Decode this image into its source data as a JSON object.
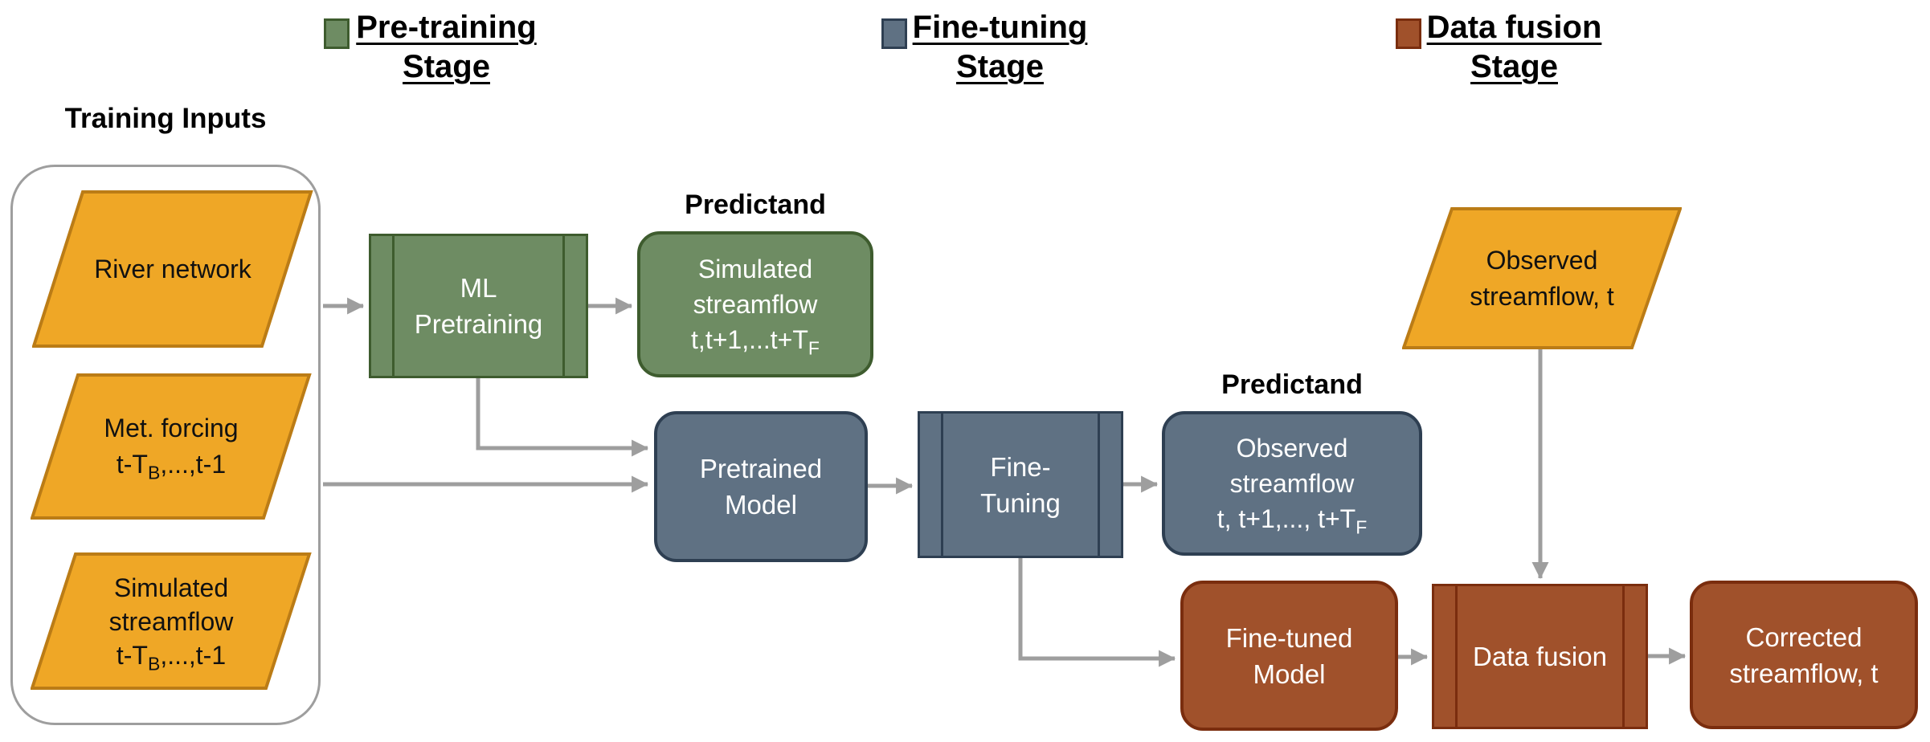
{
  "colors": {
    "input_fill": "#EFA726",
    "input_border": "#BB7C16",
    "pretraining_fill": "#6E8C63",
    "pretraining_border": "#3E5C2E",
    "finetuning_fill": "#5F7183",
    "finetuning_border": "#2E3F52",
    "datafusion_fill": "#A0512B",
    "datafusion_border": "#7A2D0E",
    "arrow": "#9E9E9E",
    "container_border": "#9E9E9E",
    "box_text": "#FFFFFF",
    "label_text": "#000000"
  },
  "legend": {
    "pretraining": {
      "line1": "Pre-training",
      "line2": "Stage"
    },
    "finetuning": {
      "line1": "Fine-tuning",
      "line2": "Stage"
    },
    "datafusion": {
      "line1": "Data fusion",
      "line2": "Stage"
    }
  },
  "training_inputs": {
    "title": "Training Inputs",
    "river_network": {
      "line1": "River network"
    },
    "met_forcing": {
      "line1": "Met. forcing",
      "sub_line": {
        "pre": "t-T",
        "sub": "B",
        "post": ",...,t-1"
      }
    },
    "simulated_streamflow": {
      "line1": "Simulated",
      "line2": "streamflow",
      "sub_line": {
        "pre": "t-T",
        "sub": "B",
        "post": ",...,t-1"
      }
    }
  },
  "pretraining_stage": {
    "ml_pretraining": {
      "line1": "ML",
      "line2": "Pretraining"
    },
    "predictand_label": "Predictand",
    "simulated_streamflow_out": {
      "line1": "Simulated",
      "line2": "streamflow",
      "sub_line": {
        "pre": "t,t+1,...t+T",
        "sub": "F",
        "post": ""
      }
    }
  },
  "finetuning_stage": {
    "pretrained_model": {
      "line1": "Pretrained",
      "line2": "Model"
    },
    "fine_tuning": {
      "line1": "Fine-",
      "line2": "Tuning"
    },
    "predictand_label": "Predictand",
    "observed_streamflow_out": {
      "line1": "Observed",
      "line2": "streamflow",
      "sub_line": {
        "pre": "t, t+1,..., t+T",
        "sub": "F",
        "post": ""
      }
    }
  },
  "datafusion_stage": {
    "observed_streamflow_in": {
      "line1": "Observed",
      "line2": "streamflow, t"
    },
    "fine_tuned_model": {
      "line1": "Fine-tuned",
      "line2": "Model"
    },
    "data_fusion": {
      "line1": "Data fusion"
    },
    "corrected_streamflow": {
      "line1": "Corrected",
      "line2": "streamflow, t"
    }
  }
}
